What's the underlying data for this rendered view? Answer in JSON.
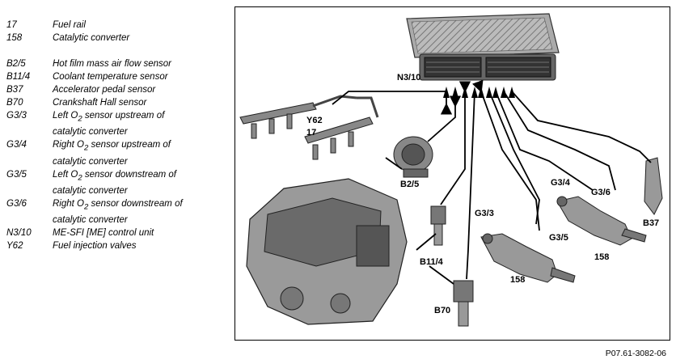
{
  "legend": [
    {
      "code": "17",
      "desc": "Fuel rail"
    },
    {
      "code": "158",
      "desc": "Catalytic converter"
    },
    {
      "gap": true
    },
    {
      "code": "B2/5",
      "desc": "Hot film mass air flow sensor"
    },
    {
      "code": "B11/4",
      "desc": "Coolant temperature sensor"
    },
    {
      "code": "B37",
      "desc": "Accelerator pedal sensor"
    },
    {
      "code": "B70",
      "desc": "Crankshaft Hall sensor"
    },
    {
      "code": "G3/3",
      "desc": "Left O",
      "sub": "2",
      "desc_after": " sensor upstream of"
    },
    {
      "code": "",
      "desc": "catalytic converter"
    },
    {
      "code": "G3/4",
      "desc": "Right O",
      "sub": "2",
      "desc_after": " sensor upstream of"
    },
    {
      "code": "",
      "desc": "catalytic converter"
    },
    {
      "code": "G3/5",
      "desc": "Left O",
      "sub": "2",
      "desc_after": " sensor downstream of"
    },
    {
      "code": "",
      "desc": "catalytic converter"
    },
    {
      "code": "G3/6",
      "desc": "Right O",
      "sub": "2",
      "desc_after": " sensor downstream of"
    },
    {
      "code": "",
      "desc": "catalytic converter"
    },
    {
      "code": "N3/10",
      "desc": "ME-SFI [ME] control unit"
    },
    {
      "code": "Y62",
      "desc": "Fuel injection valves"
    }
  ],
  "callouts": {
    "n3_10": "N3/10",
    "y62": "Y62",
    "fuel_rail": "17",
    "b2_5": "B2/5",
    "b11_4": "B11/4",
    "b70": "B70",
    "g3_3": "G3/3",
    "g3_4": "G3/4",
    "g3_5": "G3/5",
    "g3_6": "G3/6",
    "cat_left": "158",
    "cat_right": "158",
    "b37": "B37"
  },
  "reference": "P07.61-3082-06"
}
